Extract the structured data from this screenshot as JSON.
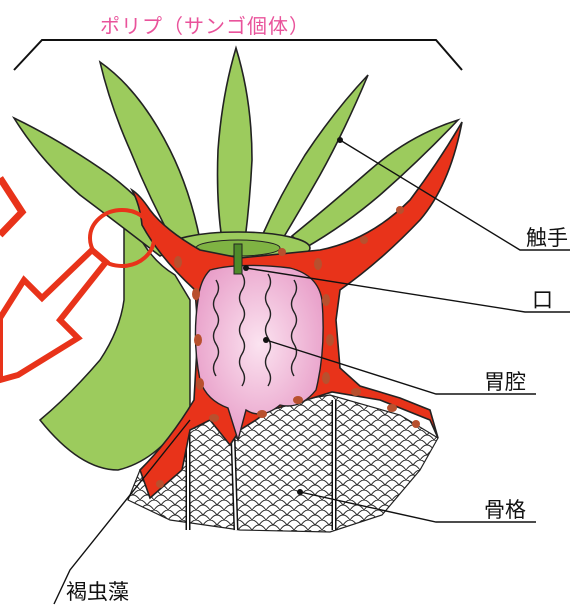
{
  "diagram": {
    "title": "ポリプ（サンゴ個体）",
    "labels": {
      "tentacle": "触手",
      "mouth": "口",
      "gastric_cavity": "胃腔",
      "skeleton": "骨格",
      "zooxanthellae": "褐虫藻"
    },
    "colors": {
      "title": "#e9539b",
      "tissue_green": "#9ccb5d",
      "tissue_red": "#e8331a",
      "cavity_pink": "#f0b6d6",
      "cell_brown": "#b8502e",
      "arrow_red": "#e8331a"
    }
  }
}
